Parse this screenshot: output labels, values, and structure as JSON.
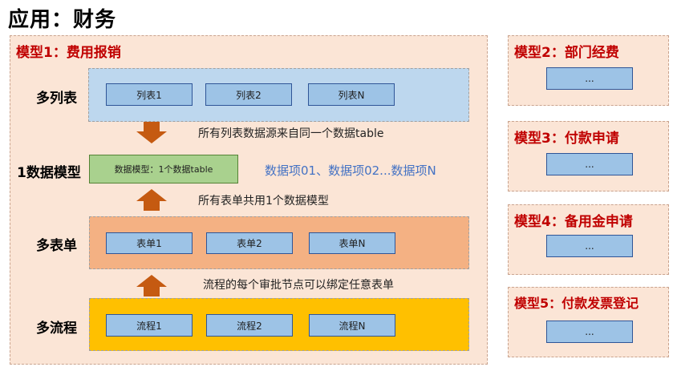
{
  "title": "应用：财务",
  "main_model": {
    "title": "模型1：费用报销",
    "rows": {
      "lists": {
        "label": "多列表",
        "items": [
          "列表1",
          "列表2",
          "列表N"
        ]
      },
      "model": {
        "label": "1数据模型",
        "box": "数据模型：1个数据table",
        "fields": "数据项01、数据项02...数据项N"
      },
      "forms": {
        "label": "多表单",
        "items": [
          "表单1",
          "表单2",
          "表单N"
        ]
      },
      "flows": {
        "label": "多流程",
        "items": [
          "流程1",
          "流程2",
          "流程N"
        ]
      }
    },
    "notes": {
      "lists_to_model": "所有列表数据源来自同一个数据table",
      "forms_to_model": "所有表单共用1个数据模型",
      "flows_to_forms": "流程的每个审批节点可以绑定任意表单"
    }
  },
  "side_models": [
    {
      "title": "模型2：部门经费",
      "item": "..."
    },
    {
      "title": "模型3：付款申请",
      "item": "..."
    },
    {
      "title": "模型4：备用金申请",
      "item": "..."
    },
    {
      "title": "模型5：付款发票登记",
      "item": "..."
    }
  ],
  "colors": {
    "panel": "#fbe5d6",
    "title_red": "#c00000",
    "list_band": "#bdd7ee",
    "form_band": "#f4b183",
    "flow_band": "#ffc000",
    "item_blue": "#9dc3e6",
    "model_green": "#a9d18e",
    "arrow": "#c55a11"
  }
}
